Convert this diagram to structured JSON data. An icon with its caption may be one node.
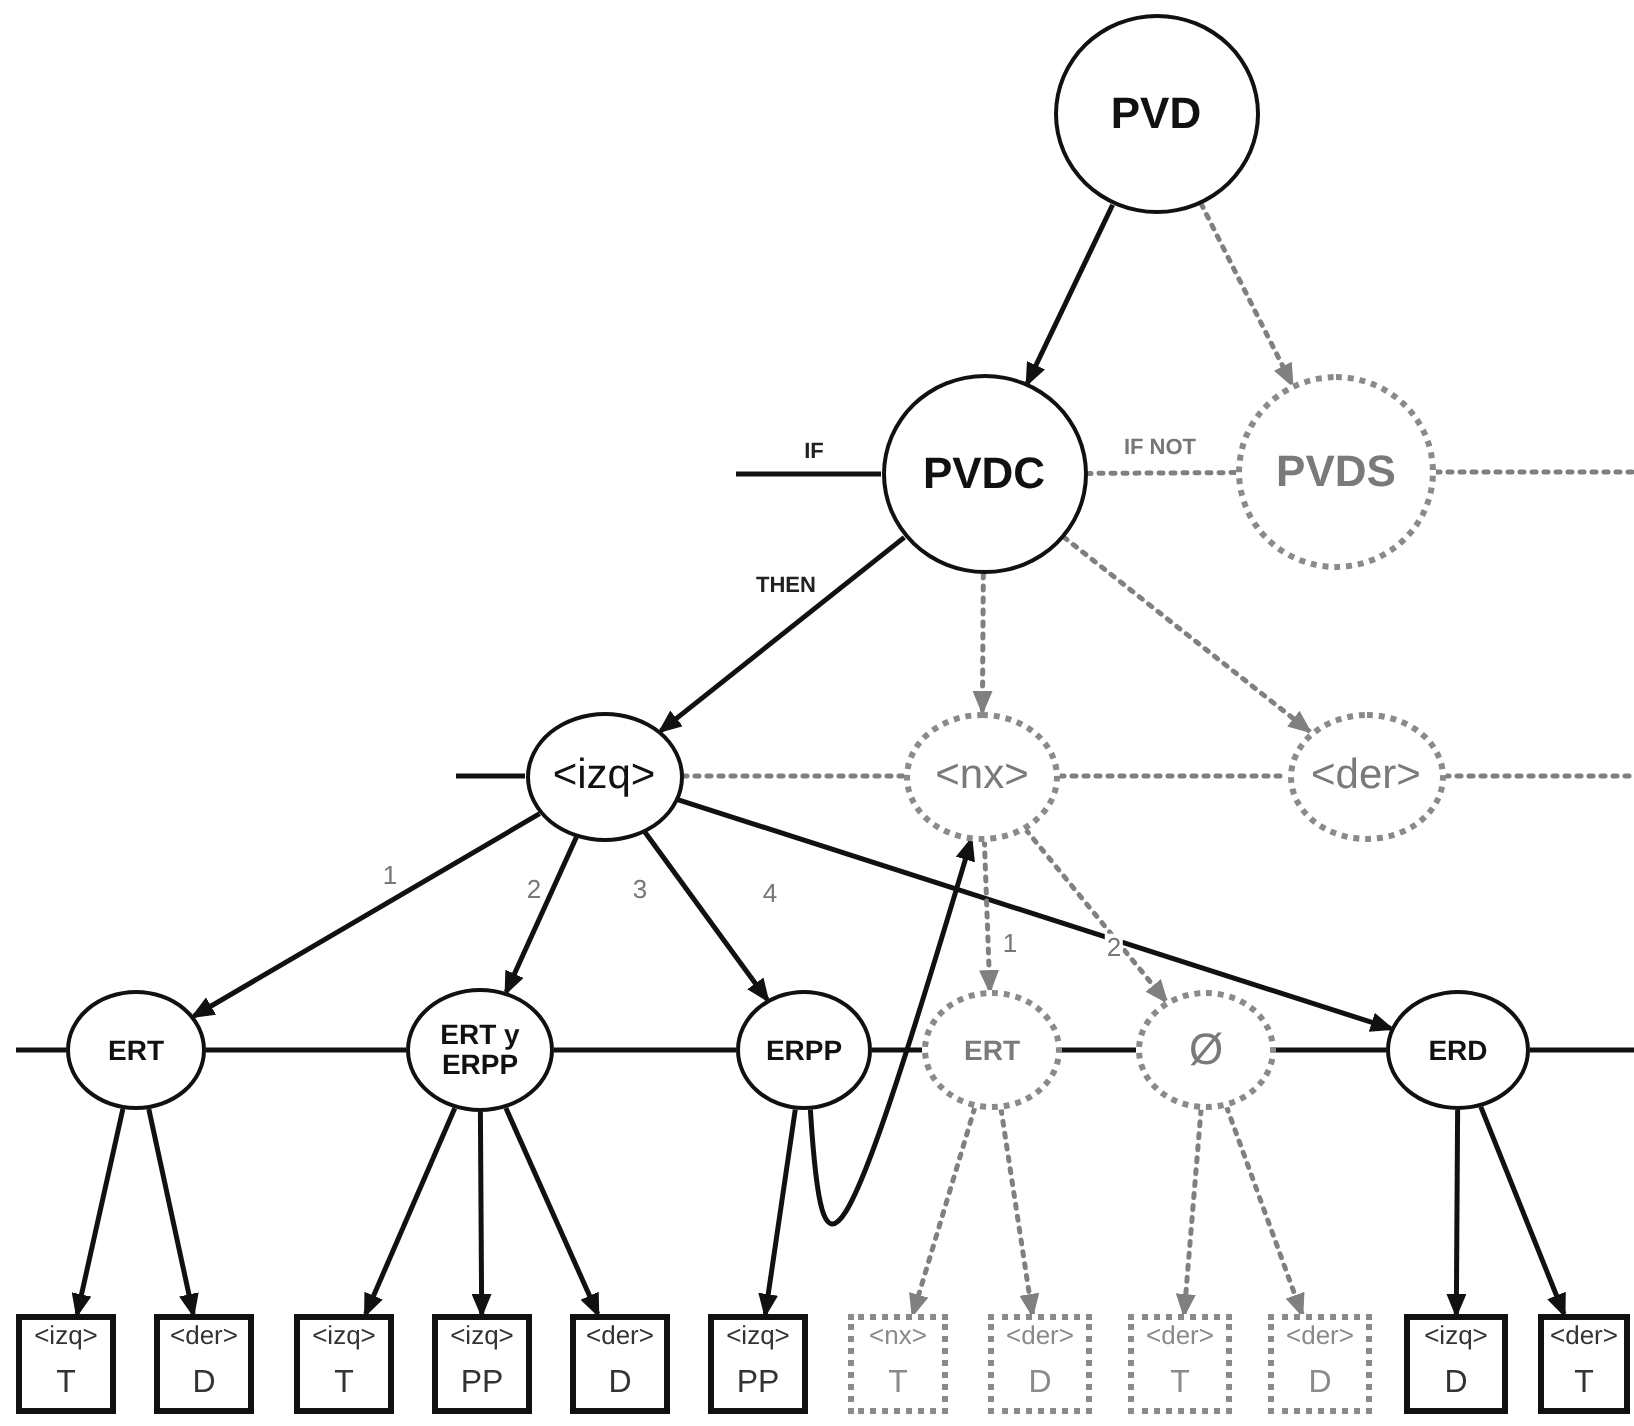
{
  "diagram": {
    "nodes": [
      {
        "text": [
          "PVD"
        ]
      },
      {
        "text": [
          "PVDC"
        ]
      },
      {
        "text": [
          "PVDS"
        ]
      },
      {
        "text": [
          "<izq>"
        ]
      },
      {
        "text": [
          "<nx>"
        ]
      },
      {
        "text": [
          "<der>"
        ]
      },
      {
        "text": [
          "ERT"
        ]
      },
      {
        "text": [
          "ERT y ERPP"
        ]
      },
      {
        "text": [
          "ERPP"
        ]
      },
      {
        "text": [
          "ERT"
        ]
      },
      {
        "text": [
          "Ø"
        ]
      },
      {
        "text": [
          "ERD"
        ]
      },
      {
        "text": [
          "<izq>",
          "T"
        ]
      },
      {
        "text": [
          "<der>",
          "D"
        ]
      },
      {
        "text": [
          "<izq>",
          "T"
        ]
      },
      {
        "text": [
          "<izq>",
          "PP"
        ]
      },
      {
        "text": [
          "<der>",
          "D"
        ]
      },
      {
        "text": [
          "<izq>",
          "PP"
        ]
      },
      {
        "text": [
          "<nx>",
          "T"
        ]
      },
      {
        "text": [
          "<der>",
          "D"
        ]
      },
      {
        "text": [
          "<der>",
          "T"
        ]
      },
      {
        "text": [
          "<der>",
          "D"
        ]
      },
      {
        "text": [
          "<izq>",
          "D"
        ]
      },
      {
        "text": [
          "<der>",
          "T"
        ]
      }
    ],
    "edges": [
      {
        "from": 0,
        "to": 1,
        "arrow": "to"
      },
      {
        "from": 0,
        "to": 2,
        "arrow": "to",
        "style": "dashed",
        "color": "#808080"
      },
      {
        "from": null,
        "to": 1,
        "arrow": "none",
        "label": "IF"
      },
      {
        "from": 1,
        "to": 2,
        "arrow": "none",
        "label": "IF NOT",
        "style": "dashed",
        "color": "#808080"
      },
      {
        "from": 2,
        "to": null,
        "arrow": "none",
        "style": "dashed",
        "color": "#808080"
      },
      {
        "from": 1,
        "to": 3,
        "arrow": "to",
        "label": "THEN"
      },
      {
        "from": 1,
        "to": 4,
        "arrow": "to",
        "style": "dashed",
        "color": "#808080"
      },
      {
        "from": 1,
        "to": 5,
        "arrow": "to",
        "style": "dashed",
        "color": "#808080"
      },
      {
        "from": null,
        "to": 3,
        "arrow": "none"
      },
      {
        "from": 3,
        "to": 4,
        "arrow": "none",
        "style": "dashed",
        "color": "#808080"
      },
      {
        "from": 4,
        "to": 5,
        "arrow": "none",
        "style": "dashed",
        "color": "#808080"
      },
      {
        "from": 5,
        "to": null,
        "arrow": "none",
        "style": "dashed",
        "color": "#808080"
      },
      {
        "from": 3,
        "to": 6,
        "arrow": "to",
        "label": "1"
      },
      {
        "from": 3,
        "to": 7,
        "arrow": "to",
        "label": "2"
      },
      {
        "from": 3,
        "to": 8,
        "arrow": "to",
        "label": "3"
      },
      {
        "from": 3,
        "to": 11,
        "arrow": "to",
        "label": "4"
      },
      {
        "from": 8,
        "to": 4,
        "arrow": "to"
      },
      {
        "from": 4,
        "to": 9,
        "arrow": "to",
        "label": "1",
        "style": "dashed",
        "color": "#808080"
      },
      {
        "from": 4,
        "to": 10,
        "arrow": "to",
        "label": "2",
        "style": "dashed",
        "color": "#808080"
      },
      {
        "from": null,
        "to": 6,
        "arrow": "none"
      },
      {
        "from": 6,
        "to": 7,
        "arrow": "none"
      },
      {
        "from": 7,
        "to": 8,
        "arrow": "none"
      },
      {
        "from": 8,
        "to": 9,
        "arrow": "none"
      },
      {
        "from": 9,
        "to": 10,
        "arrow": "none"
      },
      {
        "from": 10,
        "to": 11,
        "arrow": "none"
      },
      {
        "from": 11,
        "to": null,
        "arrow": "none"
      },
      {
        "from": 6,
        "to": 12,
        "arrow": "to"
      },
      {
        "from": 6,
        "to": 13,
        "arrow": "to"
      },
      {
        "from": 7,
        "to": 14,
        "arrow": "to"
      },
      {
        "from": 7,
        "to": 15,
        "arrow": "to"
      },
      {
        "from": 7,
        "to": 16,
        "arrow": "to"
      },
      {
        "from": 8,
        "to": 17,
        "arrow": "to"
      },
      {
        "from": 9,
        "to": 18,
        "arrow": "to",
        "style": "dashed",
        "color": "#808080"
      },
      {
        "from": 9,
        "to": 19,
        "arrow": "to",
        "style": "dashed",
        "color": "#808080"
      },
      {
        "from": 10,
        "to": 20,
        "arrow": "to",
        "style": "dashed",
        "color": "#808080"
      },
      {
        "from": 10,
        "to": 21,
        "arrow": "to",
        "style": "dashed",
        "color": "#808080"
      },
      {
        "from": 11,
        "to": 22,
        "arrow": "to"
      },
      {
        "from": 11,
        "to": 23,
        "arrow": "to"
      }
    ]
  }
}
